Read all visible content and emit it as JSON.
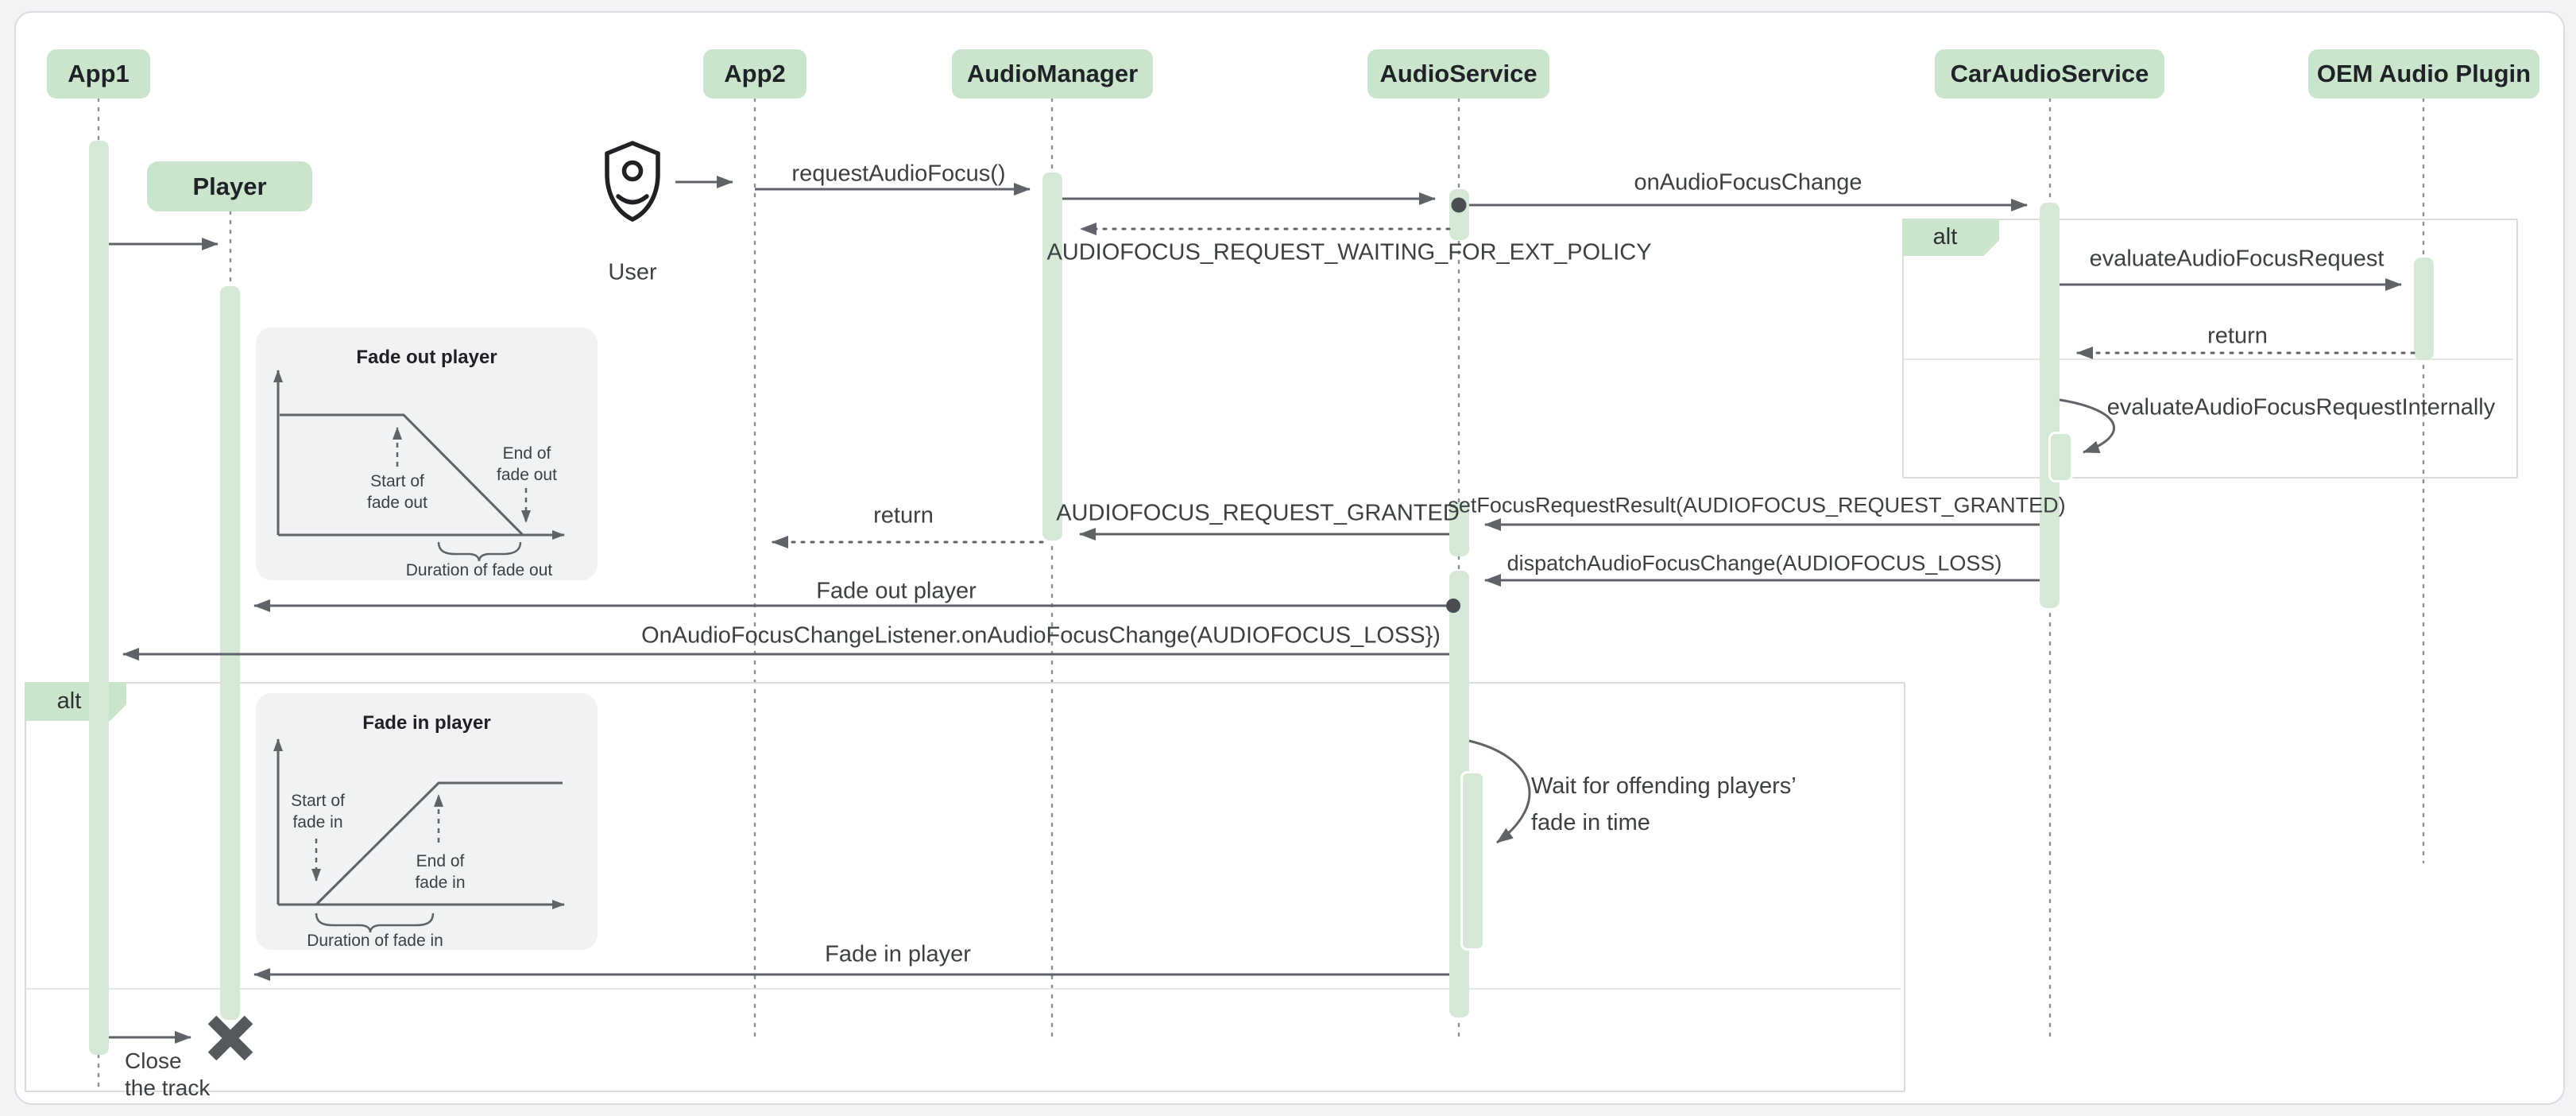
{
  "diagram_type": "sequence-diagram",
  "participants": [
    {
      "id": "app1",
      "label": "App1"
    },
    {
      "id": "app2",
      "label": "App2"
    },
    {
      "id": "audiomanager",
      "label": "AudioManager"
    },
    {
      "id": "audioservice",
      "label": "AudioService"
    },
    {
      "id": "caraudioservice",
      "label": "CarAudioService"
    },
    {
      "id": "oem",
      "label": "OEM Audio Plugin"
    }
  ],
  "objects": {
    "player": "Player"
  },
  "actor": {
    "label": "User"
  },
  "fragments": {
    "right_alt": "alt",
    "left_alt": "alt"
  },
  "messages": {
    "request_audio_focus": "requestAudioFocus()",
    "on_audio_focus_change": "onAudioFocusChange",
    "waiting": "AUDIOFOCUS_REQUEST_WAITING_FOR_EXT_POLICY",
    "evaluate": "evaluateAudioFocusRequest",
    "return_right": "return",
    "evaluate_internally": "evaluateAudioFocusRequestInternally",
    "set_focus_result": "setFocusRequestResult(AUDIOFOCUS_REQUEST_GRANTED)",
    "granted": "AUDIOFOCUS_REQUEST_GRANTED",
    "return_left": "return",
    "dispatch": "dispatchAudioFocusChange(AUDIOFOCUS_LOSS)",
    "fade_out_player": "Fade out player",
    "on_change_listener": "OnAudioFocusChangeListener.onAudioFocusChange(AUDIOFOCUS_LOSS})",
    "wait_line1": "Wait for offending players’",
    "wait_line2": "fade in time",
    "fade_in_player": "Fade in player",
    "close_line1": "Close",
    "close_line2": "the track"
  },
  "insets": {
    "fade_out": {
      "title": "Fade out player",
      "start_l1": "Start of",
      "start_l2": "fade out",
      "end_l1": "End of",
      "end_l2": "fade out",
      "duration": "Duration of fade out"
    },
    "fade_in": {
      "title": "Fade in player",
      "start_l1": "Start of",
      "start_l2": "fade in",
      "end_l1": "End of",
      "end_l2": "fade in",
      "duration": "Duration of fade in"
    }
  },
  "colors": {
    "background": "#F1F3F4",
    "card": "#FFFFFF",
    "participant_fill": "#CBE5CC",
    "activation_fill": "#D6E9D6",
    "arrow": "#5F6368",
    "text": "#3C4043",
    "border": "#DADCE0",
    "inset_panel": "#F0F2F3"
  }
}
